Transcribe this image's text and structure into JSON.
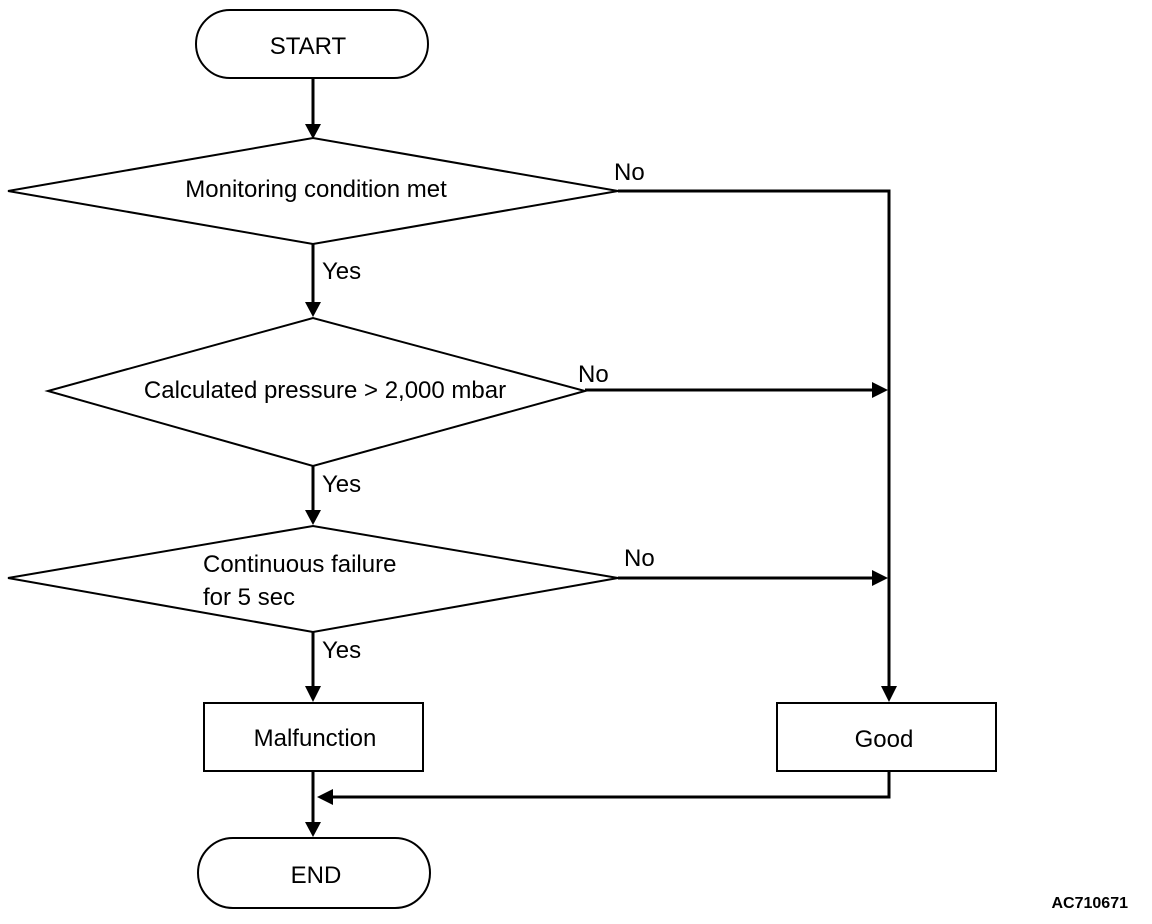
{
  "flowchart": {
    "start": "START",
    "decision_1": "Monitoring condition met",
    "decision_2": "Calculated pressure > 2,000 mbar",
    "decision_3_line1": "Continuous failure",
    "decision_3_line2": "for 5 sec",
    "malfunction": "Malfunction",
    "good": "Good",
    "end": "END",
    "yes_label": "Yes",
    "no_label": "No"
  },
  "figure_ref": "AC710671"
}
